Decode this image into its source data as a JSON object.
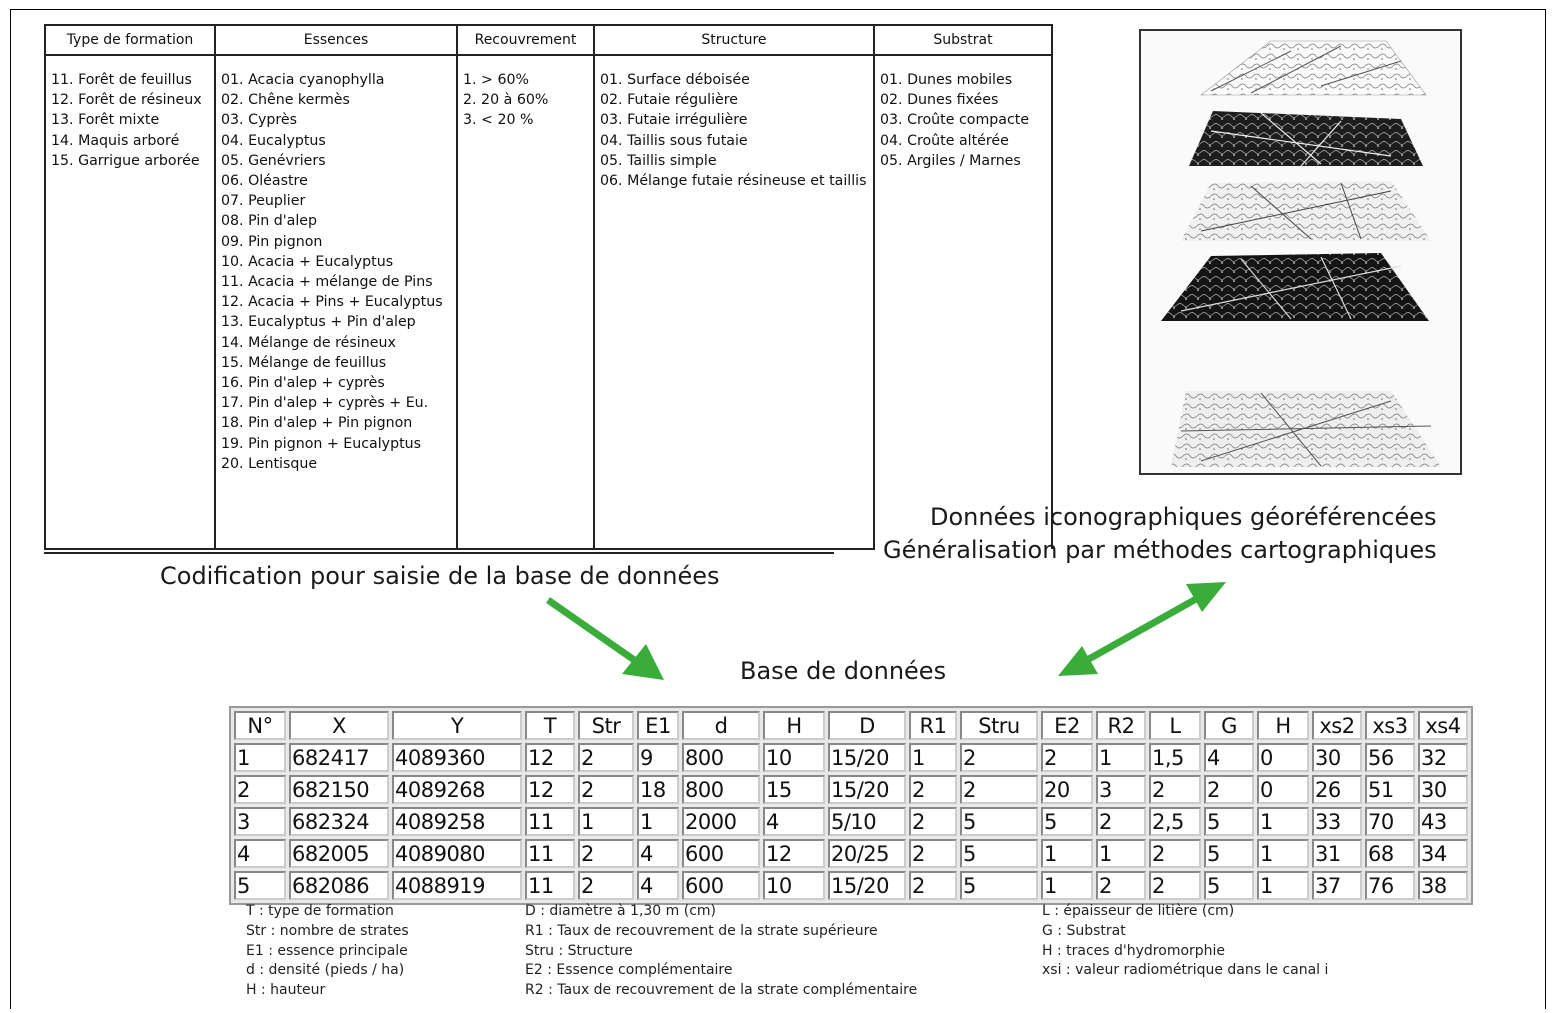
{
  "coding_table": {
    "headers": [
      "Type de formation",
      "Essences",
      "Recouvrement",
      "Structure",
      "Substrat"
    ],
    "type_formation": [
      "11. Forêt de feuillus",
      "12. Forêt de résineux",
      "13. Forêt mixte",
      "14. Maquis arboré",
      "15. Garrigue arborée"
    ],
    "essences": [
      "01. Acacia cyanophylla",
      "02. Chêne kermès",
      "03. Cyprès",
      "04. Eucalyptus",
      "05. Genévriers",
      "06. Oléastre",
      "07. Peuplier",
      "08. Pin d'alep",
      "09. Pin pignon",
      "10. Acacia + Eucalyptus",
      "11. Acacia + mélange de Pins",
      "12. Acacia + Pins + Eucalyptus",
      "13. Eucalyptus + Pin d'alep",
      "14. Mélange de résineux",
      "15. Mélange de feuillus",
      "16. Pin d'alep + cyprès",
      "17. Pin d'alep + cyprès + Eu.",
      "18. Pin d'alep + Pin pignon",
      "19. Pin pignon + Eucalyptus",
      "20. Lentisque"
    ],
    "recouvrement": [
      "1. > 60%",
      "2. 20 à 60%",
      "3. < 20 %"
    ],
    "structure": [
      "01. Surface déboisée",
      "02. Futaie régulière",
      "03. Futaie irrégulière",
      "04. Taillis sous futaie",
      "05. Taillis simple",
      "06. Mélange futaie résineuse et taillis"
    ],
    "substrat": [
      "01. Dunes mobiles",
      "02. Dunes fixées",
      "03. Croûte compacte",
      "04. Croûte altérée",
      "05. Argiles / Marnes"
    ]
  },
  "captions": {
    "codification": "Codification pour saisie de la base de données",
    "iconographiques": "Données iconographiques géoréférencées",
    "generalisation": "Généralisation par méthodes cartographiques",
    "base": "Base de données"
  },
  "colors": {
    "arrow": "#3aac3a"
  },
  "db_table": {
    "headers": [
      "N°",
      "X",
      "Y",
      "T",
      "Str",
      "E1",
      "d",
      "H",
      "D",
      "R1",
      "Stru",
      "E2",
      "R2",
      "L",
      "G",
      "H",
      "xs2",
      "xs3",
      "xs4"
    ],
    "rows": [
      [
        "1",
        "682417",
        "4089360",
        "12",
        "2",
        "9",
        "800",
        "10",
        "15/20",
        "1",
        "2",
        "2",
        "1",
        "1,5",
        "4",
        "0",
        "30",
        "56",
        "32"
      ],
      [
        "2",
        "682150",
        "4089268",
        "12",
        "2",
        "18",
        "800",
        "15",
        "15/20",
        "2",
        "2",
        "20",
        "3",
        "2",
        "2",
        "0",
        "26",
        "51",
        "30"
      ],
      [
        "3",
        "682324",
        "4089258",
        "11",
        "1",
        "1",
        "2000",
        "4",
        "5/10",
        "2",
        "5",
        "5",
        "2",
        "2,5",
        "5",
        "1",
        "33",
        "70",
        "43"
      ],
      [
        "4",
        "682005",
        "4089080",
        "11",
        "2",
        "4",
        "600",
        "12",
        "20/25",
        "2",
        "5",
        "1",
        "1",
        "2",
        "5",
        "1",
        "31",
        "68",
        "34"
      ],
      [
        "5",
        "682086",
        "4088919",
        "11",
        "2",
        "4",
        "600",
        "10",
        "15/20",
        "2",
        "5",
        "1",
        "2",
        "2",
        "5",
        "1",
        "37",
        "76",
        "38"
      ]
    ]
  },
  "legend": {
    "col1": [
      "T : type de formation",
      "Str : nombre de strates",
      "E1 : essence principale",
      "d : densité (pieds / ha)",
      "H : hauteur"
    ],
    "col2": [
      "D : diamètre à 1,30 m (cm)",
      "R1 : Taux de recouvrement de la strate supérieure",
      "Stru : Structure",
      "E2 : Essence complémentaire",
      "R2 : Taux de recouvrement de la strate complémentaire"
    ],
    "col3": [
      "L : épaisseur de litière (cm)",
      "G : Substrat",
      "H : traces d'hydromorphie",
      "xsi : valeur radiométrique dans le canal i"
    ]
  }
}
